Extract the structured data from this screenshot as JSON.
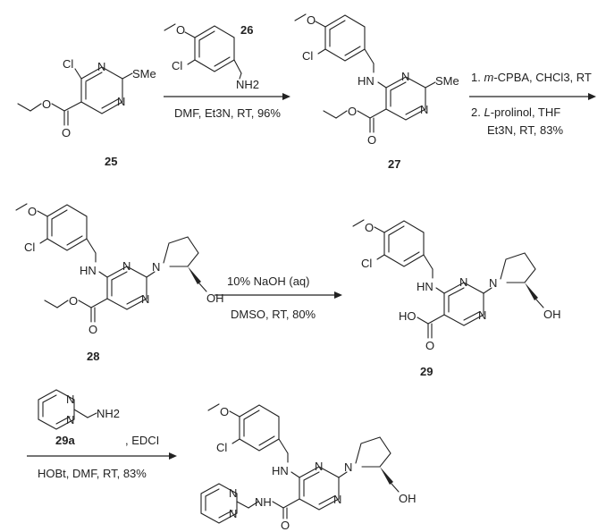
{
  "compounds": {
    "c25": {
      "number": "25",
      "labels": {
        "cl": "Cl",
        "smeN": "N",
        "sme": "SMe",
        "ringN": "N",
        "o1": "O",
        "o2": "O"
      }
    },
    "c26": {
      "number": "26",
      "labels": {
        "o": "O",
        "cl": "Cl",
        "nh2": "NH2"
      }
    },
    "c27": {
      "number": "27",
      "labels": {
        "o": "O",
        "cl": "Cl",
        "hn": "HN",
        "n1": "N",
        "sme": "SMe",
        "n2": "N",
        "o1": "O",
        "o2": "O"
      }
    },
    "c28": {
      "number": "28",
      "labels": {
        "o": "O",
        "cl": "Cl",
        "hn": "HN",
        "n1": "N",
        "npyr": "N",
        "n2": "N",
        "oh": "OH",
        "o1": "O",
        "o2": "O"
      }
    },
    "c29": {
      "number": "29",
      "labels": {
        "o": "O",
        "cl": "Cl",
        "hn": "HN",
        "n1": "N",
        "npyr": "N",
        "n2": "N",
        "oh": "OH",
        "ho": "HO",
        "o2": "O"
      }
    },
    "c29a": {
      "number": "29a",
      "labels": {
        "n1": "N",
        "n2": "N",
        "nh2": "NH2"
      }
    },
    "product": {
      "labels": {
        "o": "O",
        "cl": "Cl",
        "hn": "HN",
        "n1": "N",
        "npyr": "N",
        "n2": "N",
        "oh": "OH",
        "nh": "N",
        "h": "H",
        "pn1": "N",
        "pn2": "N",
        "co": "O"
      }
    }
  },
  "steps": {
    "step1": {
      "below": "DMF, Et3N, RT, 96%"
    },
    "step2": {
      "line1_prefix": "1. ",
      "line1_italic": "m",
      "line1_rest": "-CPBA, CHCl3, RT",
      "line2_prefix": "2. ",
      "line2_italic": "L",
      "line2_rest": "-prolinol, THF",
      "line3": "Et3N, RT, 83%"
    },
    "step3": {
      "above": "10% NaOH (aq)",
      "below": "DMSO, RT, 80%"
    },
    "step4": {
      "above_suffix": ", EDCI",
      "below": "HOBt, DMF, RT, 83%"
    }
  }
}
